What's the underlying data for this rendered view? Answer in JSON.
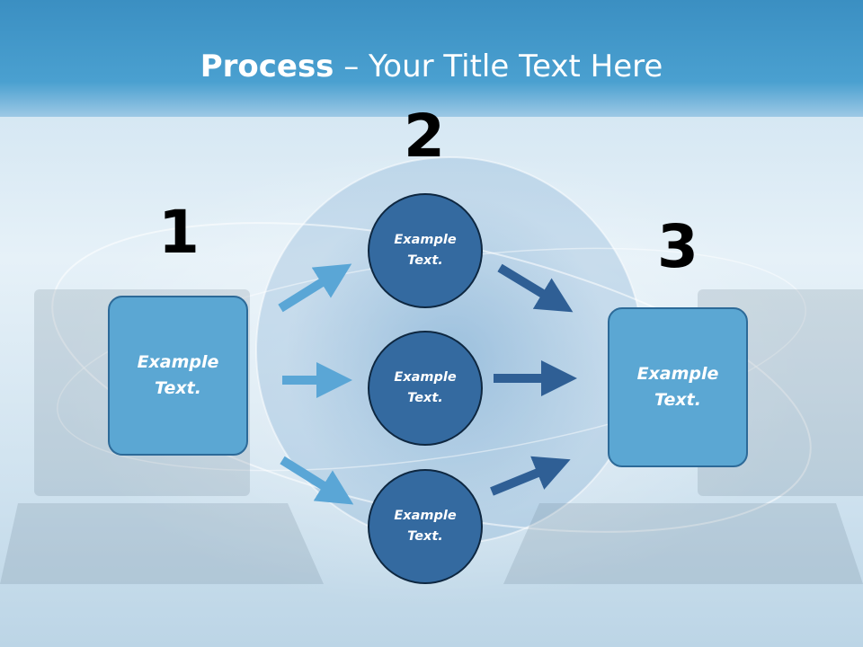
{
  "title": {
    "strong": "Process",
    "rest": " – Your Title Text Here"
  },
  "steps": [
    {
      "number": "1",
      "text": "Example\nText."
    },
    {
      "number": "2",
      "circles": [
        {
          "text": "Example\nText."
        },
        {
          "text": "Example\nText."
        },
        {
          "text": "Example\nText."
        }
      ]
    },
    {
      "number": "3",
      "text": "Example\nText."
    }
  ],
  "colors": {
    "header": "#4aa0d0",
    "box_fill": "#5ba7d3",
    "circle_fill": "#346aa0",
    "arrow_light": "#5aa6d6",
    "arrow_dark": "#2f5f95"
  }
}
